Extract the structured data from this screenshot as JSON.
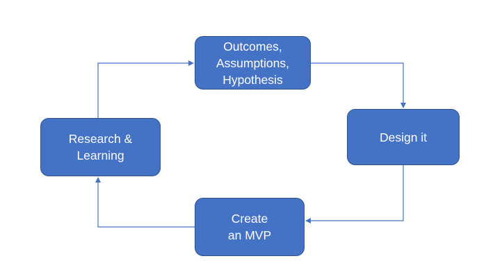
{
  "diagram": {
    "accent_color": "#4472c4",
    "border_color": "#2f528f",
    "nodes": [
      {
        "id": "outcomes",
        "lines": [
          "Outcomes,",
          "Assumptions,",
          "Hypothesis"
        ]
      },
      {
        "id": "design",
        "lines": [
          "Design it"
        ]
      },
      {
        "id": "mvp",
        "lines": [
          "Create",
          "an MVP"
        ]
      },
      {
        "id": "research",
        "lines": [
          "Research &",
          "Learning"
        ]
      }
    ],
    "edges": [
      {
        "from": "outcomes",
        "to": "design"
      },
      {
        "from": "design",
        "to": "mvp"
      },
      {
        "from": "mvp",
        "to": "research"
      },
      {
        "from": "research",
        "to": "outcomes"
      }
    ]
  }
}
